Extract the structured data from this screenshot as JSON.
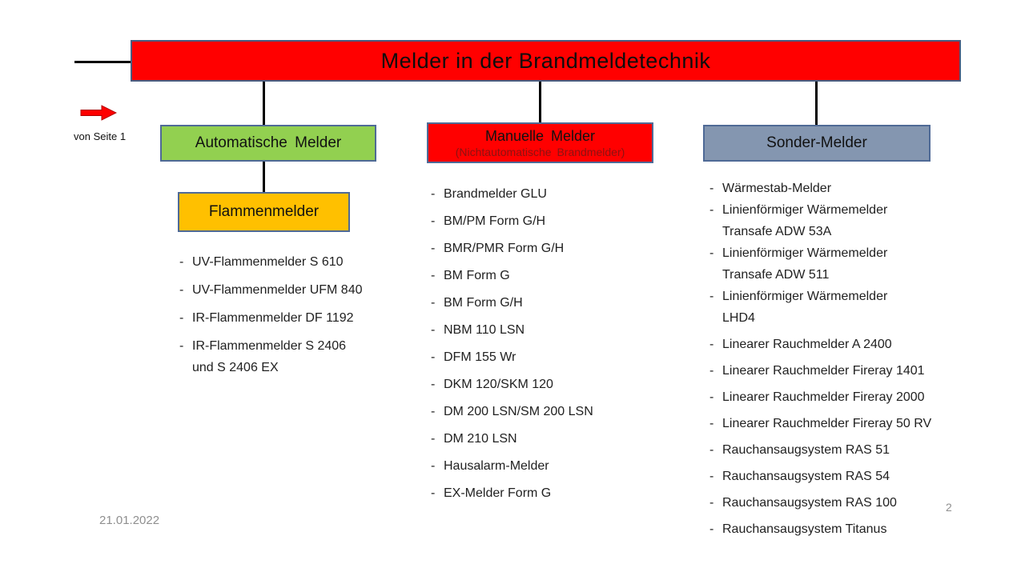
{
  "slide": {
    "title": "Melder in der Brandmeldetechnik",
    "nav_arrow_label": "von Seite 1",
    "date": "21.01.2022",
    "page_number": "2"
  },
  "colors": {
    "title_fill": "#ff0000",
    "automatische_fill": "#92d050",
    "manuelle_fill": "#ff0000",
    "sonder_fill": "#8496b0",
    "flammenmelder_fill": "#ffc000",
    "box_border": "#4f6a96",
    "connector": "#000000",
    "manuelle_sublabel_text": "#8b1212",
    "arrow_fill": "#ff0000",
    "muted_text": "#8f8f8f"
  },
  "categories": [
    {
      "label": "Automatische Melder"
    },
    {
      "label": "Manuelle Melder",
      "sublabel": "(Nichtautomatische Brandmelder)"
    },
    {
      "label": "Sonder-Melder"
    }
  ],
  "flammenmelder": {
    "label": "Flammenmelder"
  },
  "lists": {
    "automatische": [
      [
        "UV-Flammenmelder S 610"
      ],
      [
        "UV-Flammenmelder UFM 840"
      ],
      [
        "IR-Flammenmelder DF 1192"
      ],
      [
        "IR-Flammenmelder S 2406",
        "und S 2406 EX"
      ]
    ],
    "manuelle": [
      [
        "Brandmelder GLU"
      ],
      [
        "BM/PM Form G/H"
      ],
      [
        "BMR/PMR Form G/H"
      ],
      [
        "BM Form G"
      ],
      [
        "BM Form G/H"
      ],
      [
        "NBM 110 LSN"
      ],
      [
        "DFM 155 Wr"
      ],
      [
        "DKM 120/SKM 120"
      ],
      [
        "DM 200 LSN/SM 200 LSN"
      ],
      [
        "DM 210 LSN"
      ],
      [
        "Hausalarm-Melder"
      ],
      [
        "EX-Melder Form G"
      ]
    ],
    "sonder": [
      [
        "Wärmestab-Melder"
      ],
      [
        "Linienförmiger Wärmemelder",
        "Transafe ADW 53A"
      ],
      [
        "Linienförmiger Wärmemelder",
        "Transafe ADW 511"
      ],
      [
        "Linienförmiger Wärmemelder",
        "LHD4"
      ],
      [
        "Linearer Rauchmelder A 2400"
      ],
      [
        "Linearer Rauchmelder Fireray 1401"
      ],
      [
        "Linearer Rauchmelder Fireray 2000"
      ],
      [
        "Linearer Rauchmelder Fireray 50 RV"
      ],
      [
        "Rauchansaugsystem RAS 51"
      ],
      [
        "Rauchansaugsystem RAS 54"
      ],
      [
        "Rauchansaugsystem RAS 100"
      ],
      [
        "Rauchansaugsystem Titanus"
      ]
    ]
  }
}
